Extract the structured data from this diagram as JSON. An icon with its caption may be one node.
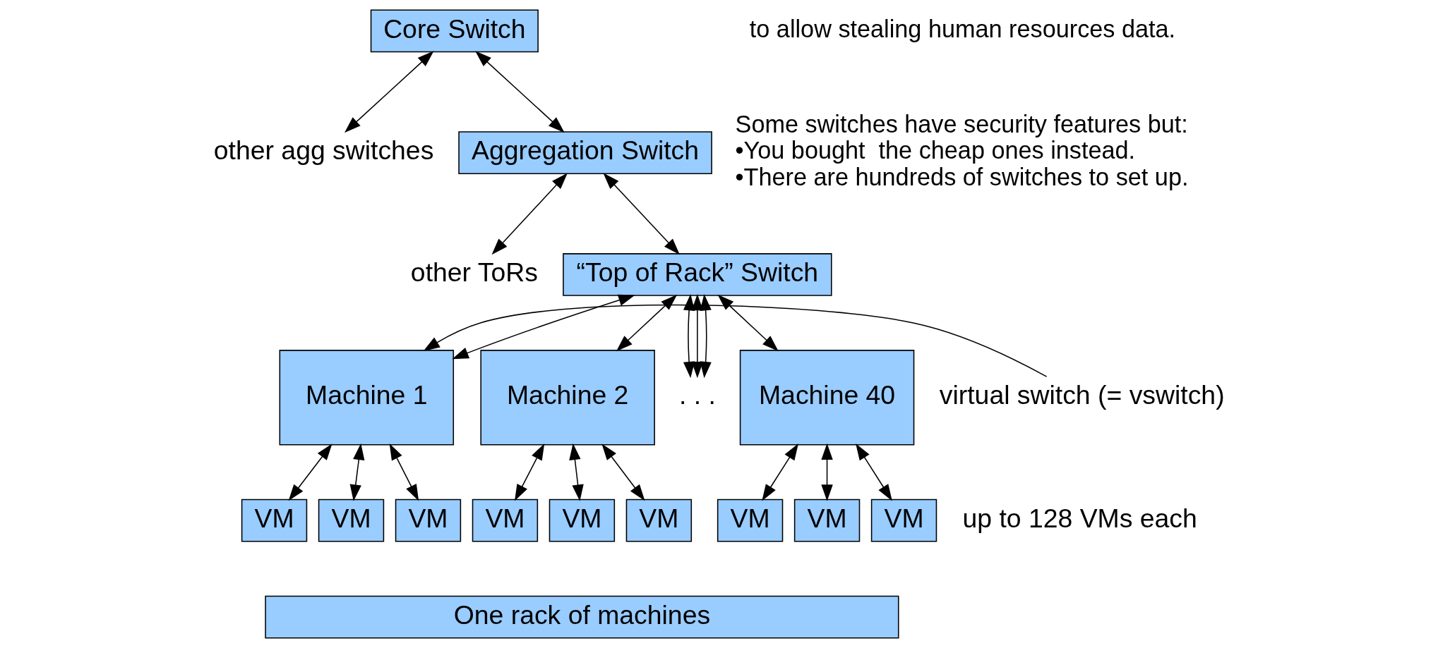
{
  "diagram": {
    "nodes": [
      {
        "text": [
          "Core Switch"
        ]
      },
      {
        "text": [
          "Aggregation Switch"
        ]
      },
      {
        "text": [
          "other agg switches"
        ]
      },
      {
        "text": [
          "“Top of Rack” Switch"
        ]
      },
      {
        "text": [
          "other ToRs"
        ]
      },
      {
        "text": [
          "Machine 1"
        ]
      },
      {
        "text": [
          "Machine 2"
        ]
      },
      {
        "text": [
          ". . ."
        ]
      },
      {
        "text": [
          "Machine 40"
        ]
      },
      {
        "text": [
          "VM"
        ]
      },
      {
        "text": [
          "VM"
        ]
      },
      {
        "text": [
          "VM"
        ]
      },
      {
        "text": [
          "VM"
        ]
      },
      {
        "text": [
          "VM"
        ]
      },
      {
        "text": [
          "VM"
        ]
      },
      {
        "text": [
          "VM"
        ]
      },
      {
        "text": [
          "VM"
        ]
      },
      {
        "text": [
          "VM"
        ]
      },
      {
        "text": [
          "virtual switch (= vswitch)"
        ]
      }
    ],
    "edges": [
      {
        "from": 1,
        "to": 0,
        "arrow": "both"
      },
      {
        "from": 0,
        "to": 2,
        "arrow": "both"
      },
      {
        "from": 3,
        "to": 1,
        "arrow": "both"
      },
      {
        "from": 1,
        "to": 4,
        "arrow": "both"
      },
      {
        "from": 3,
        "to": 5,
        "arrow": "both"
      },
      {
        "from": 3,
        "to": 6,
        "arrow": "both"
      },
      {
        "from": 3,
        "to": 7,
        "arrow": "both"
      },
      {
        "from": 3,
        "to": 7,
        "arrow": "both"
      },
      {
        "from": 3,
        "to": 7,
        "arrow": "both"
      },
      {
        "from": 3,
        "to": 8,
        "arrow": "both"
      },
      {
        "from": 5,
        "to": 9,
        "arrow": "both"
      },
      {
        "from": 5,
        "to": 10,
        "arrow": "both"
      },
      {
        "from": 5,
        "to": 11,
        "arrow": "both"
      },
      {
        "from": 6,
        "to": 12,
        "arrow": "both"
      },
      {
        "from": 6,
        "to": 13,
        "arrow": "both"
      },
      {
        "from": 6,
        "to": 14,
        "arrow": "both"
      },
      {
        "from": 8,
        "to": 15,
        "arrow": "both"
      },
      {
        "from": 8,
        "to": 16,
        "arrow": "both"
      },
      {
        "from": 8,
        "to": 17,
        "arrow": "both"
      },
      {
        "from": 18,
        "to": 5,
        "arrow": "to"
      }
    ],
    "labels": [
      "to allow stealing human resources data.",
      "Some switches have security features but:",
      "•You bought  the cheap ones instead.",
      "•There are hundreds of switches to set up.",
      "up to 128 VMs each",
      "One rack of machines"
    ]
  }
}
